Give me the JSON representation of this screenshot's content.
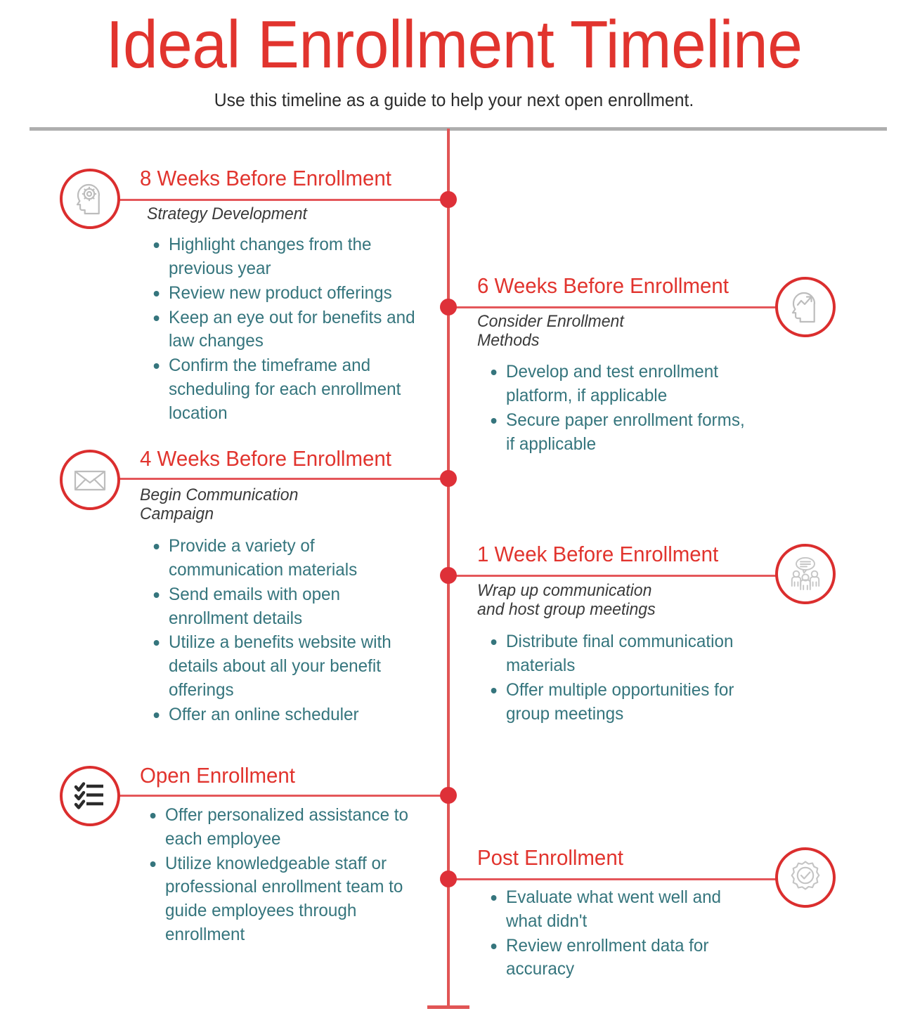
{
  "header": {
    "title": "Ideal Enrollment Timeline",
    "subtitle": "Use this timeline as a guide to help your next open enrollment."
  },
  "colors": {
    "brand_red": "#E1342E",
    "node_red": "#DE3038",
    "connector_red": "#E4575A",
    "teal": "#35757D",
    "subtitle_gray": "#3A3A3A",
    "divider_gray": "#AEAEAE",
    "icon_gray": "#BDBDBD"
  },
  "entries": [
    {
      "heading": "8 Weeks Before Enrollment",
      "subheading": "Strategy Development",
      "icon": "head-gear-icon",
      "side": "left",
      "bullets": [
        "Highlight changes from the previous year",
        "Review new product offerings",
        "Keep an eye out for benefits and law changes",
        "Confirm the timeframe and scheduling for each enrollment location"
      ]
    },
    {
      "heading": "6 Weeks Before Enrollment",
      "subheading": "Consider Enrollment Methods",
      "icon": "head-trend-arrow-icon",
      "side": "right",
      "bullets": [
        "Develop and test enrollment platform, if applicable",
        "Secure paper enrollment forms, if applicable"
      ]
    },
    {
      "heading": "4 Weeks Before Enrollment",
      "subheading": "Begin Communication Campaign",
      "icon": "envelope-icon",
      "side": "left",
      "bullets": [
        "Provide a variety of communication materials",
        "Send emails with open enrollment details",
        "Utilize a benefits website with details about all your benefit offerings",
        "Offer an online scheduler"
      ]
    },
    {
      "heading": "1 Week Before Enrollment",
      "subheading": "Wrap up communication and host group meetings",
      "icon": "group-meeting-icon",
      "side": "right",
      "bullets": [
        "Distribute final communication materials",
        "Offer multiple opportunities for group meetings"
      ]
    },
    {
      "heading": "Open Enrollment",
      "subheading": "",
      "icon": "checklist-icon",
      "side": "left",
      "bullets": [
        "Offer personalized assistance to each employee",
        "Utilize knowledgeable staff or professional enrollment team to guide employees through enrollment"
      ]
    },
    {
      "heading": "Post Enrollment",
      "subheading": "",
      "icon": "gear-check-icon",
      "side": "right",
      "bullets": [
        "Evaluate what went well and what didn't",
        "Review enrollment data for accuracy"
      ]
    }
  ]
}
